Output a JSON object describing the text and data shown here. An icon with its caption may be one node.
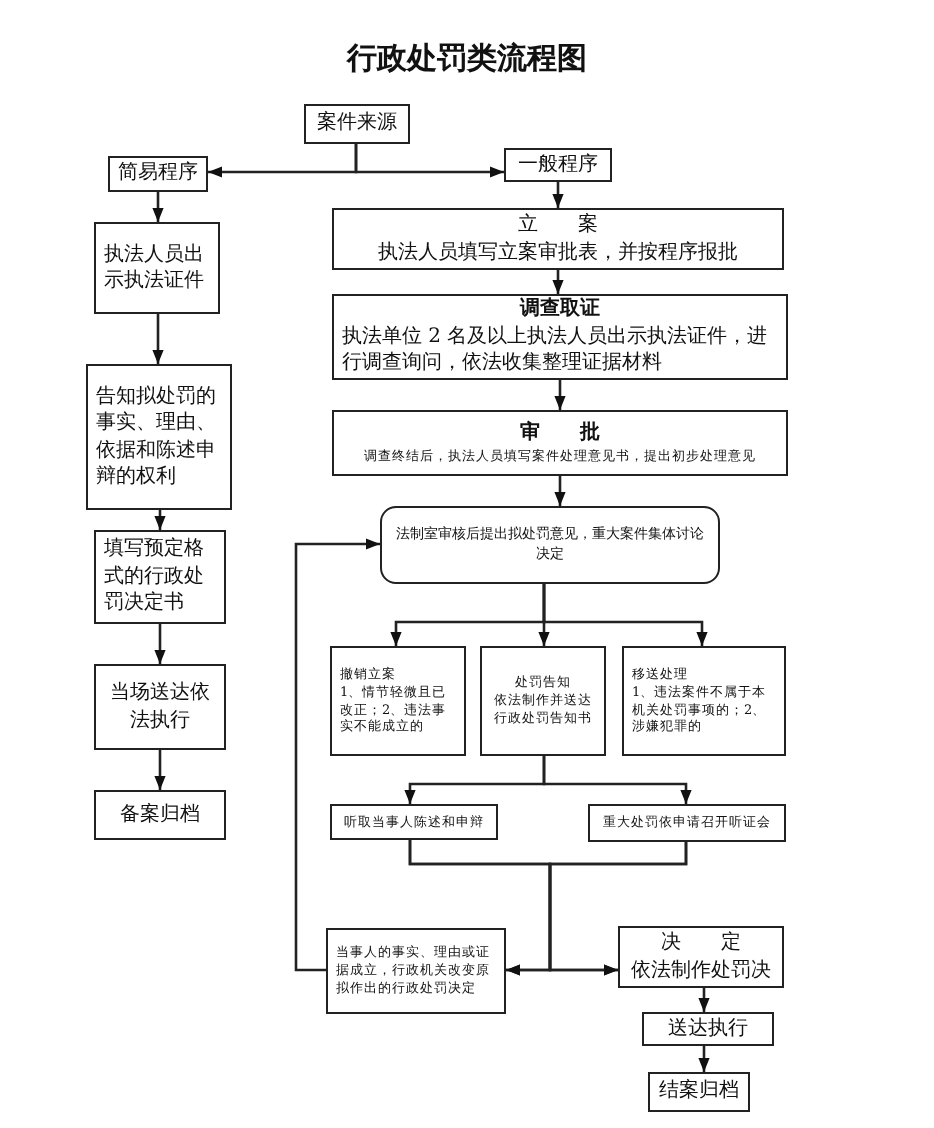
{
  "diagram": {
    "title": "行政处罚类流程图",
    "nodes": [
      {
        "text": [
          "案件来源"
        ]
      },
      {
        "text": [
          "简易程序"
        ]
      },
      {
        "text": [
          "一般程序"
        ]
      },
      {
        "text": [
          "立　　案",
          "执法人员填写立案审批表，并按程序报批"
        ]
      },
      {
        "text": [
          "调查取证",
          "执法单位 2 名及以上执法人员出示执法证件，进行调查询问，依法收集整理证据材料"
        ]
      },
      {
        "text": [
          "审　　批",
          "调查终结后，执法人员填写案件处理意见书，提出初步处理意见"
        ]
      },
      {
        "text": [
          "执法人员出示执法证件"
        ]
      },
      {
        "text": [
          "告知拟处罚的事实、理由、依据和陈述申辩的权利"
        ]
      },
      {
        "text": [
          "填写预定格式的行政处罚决定书"
        ]
      },
      {
        "text": [
          "当场送达依法执行"
        ]
      },
      {
        "text": [
          "备案归档"
        ]
      },
      {
        "text": [
          "法制室审核后提出拟处罚意见，重大案件集体讨论决定"
        ]
      },
      {
        "text": [
          "撤销立案",
          "1、情节轻微且已改正；2、违法事实不能成立的"
        ]
      },
      {
        "text": [
          "处罚告知",
          "依法制作并送达行政处罚告知书"
        ]
      },
      {
        "text": [
          "移送处理",
          "1、违法案件不属于本机关处罚事项的；2、涉嫌犯罪的"
        ]
      },
      {
        "text": [
          "听取当事人陈述和申辩"
        ]
      },
      {
        "text": [
          "重大处罚依申请召开听证会"
        ]
      },
      {
        "text": [
          "当事人的事实、理由或证据成立，行政机关改变原拟作出的行政处罚决定"
        ]
      },
      {
        "text": [
          "决　　定",
          "依法制作处罚决"
        ]
      },
      {
        "text": [
          "送达执行"
        ]
      },
      {
        "text": [
          "结案归档"
        ]
      }
    ],
    "edges": [
      {
        "from": 0,
        "to": 1,
        "arrow": "to"
      },
      {
        "from": 0,
        "to": 2,
        "arrow": "to"
      },
      {
        "from": 2,
        "to": 3,
        "arrow": "to"
      },
      {
        "from": 3,
        "to": 4,
        "arrow": "to"
      },
      {
        "from": 4,
        "to": 5,
        "arrow": "to"
      },
      {
        "from": 5,
        "to": 11,
        "arrow": "to"
      },
      {
        "from": 1,
        "to": 6,
        "arrow": "to"
      },
      {
        "from": 6,
        "to": 7,
        "arrow": "to"
      },
      {
        "from": 7,
        "to": 8,
        "arrow": "to"
      },
      {
        "from": 8,
        "to": 9,
        "arrow": "to"
      },
      {
        "from": 9,
        "to": 10,
        "arrow": "to"
      },
      {
        "from": 11,
        "to": 12,
        "arrow": "to"
      },
      {
        "from": 11,
        "to": 13,
        "arrow": "to"
      },
      {
        "from": 11,
        "to": 14,
        "arrow": "to"
      },
      {
        "from": 13,
        "to": 15,
        "arrow": "to"
      },
      {
        "from": 13,
        "to": 16,
        "arrow": "to"
      },
      {
        "from": 15,
        "to": 17,
        "arrow": "to"
      },
      {
        "from": 15,
        "to": 18,
        "arrow": "to"
      },
      {
        "from": 16,
        "to": 17,
        "arrow": "to"
      },
      {
        "from": 16,
        "to": 18,
        "arrow": "to"
      },
      {
        "from": 17,
        "to": 11,
        "arrow": "to"
      },
      {
        "from": 18,
        "to": 19,
        "arrow": "to"
      },
      {
        "from": 19,
        "to": 20,
        "arrow": "to"
      }
    ]
  }
}
